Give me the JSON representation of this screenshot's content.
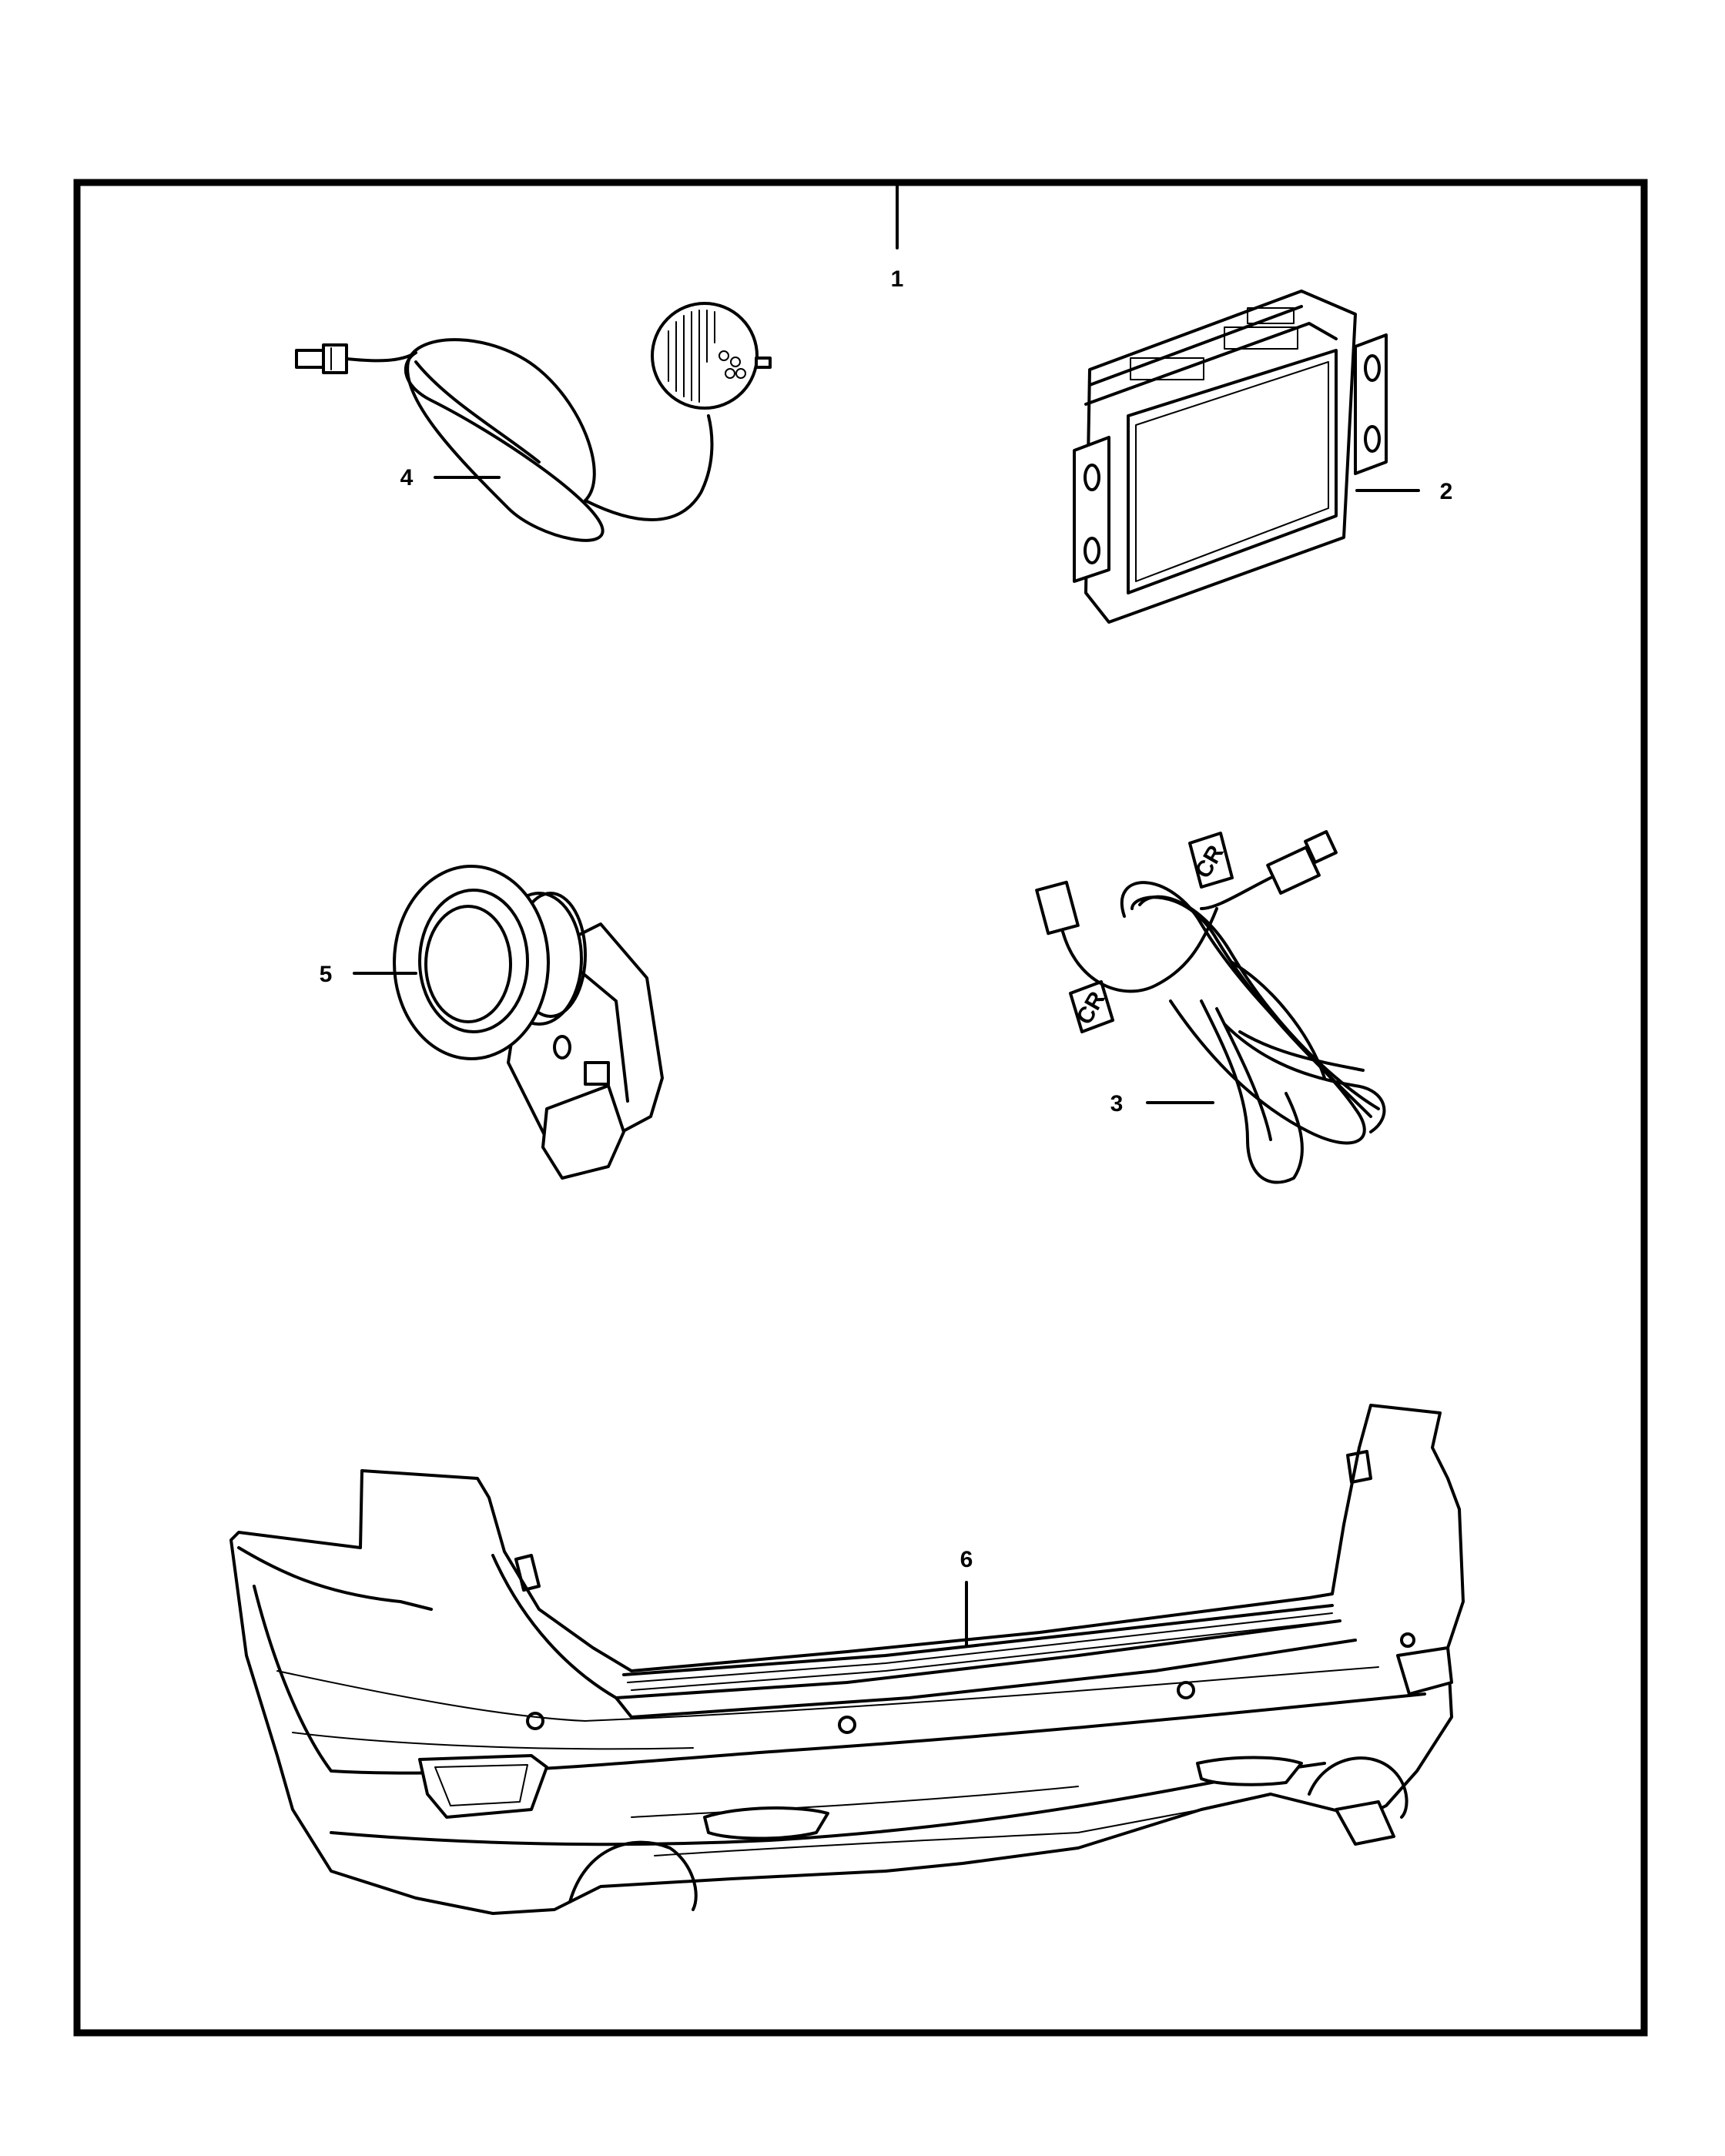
{
  "diagram": {
    "callouts": [
      {
        "id": "1",
        "label": "1"
      },
      {
        "id": "2",
        "label": "2"
      },
      {
        "id": "3",
        "label": "3"
      },
      {
        "id": "4",
        "label": "4"
      },
      {
        "id": "5",
        "label": "5"
      },
      {
        "id": "6",
        "label": "6"
      }
    ],
    "labels": {
      "cr": "CR"
    }
  }
}
